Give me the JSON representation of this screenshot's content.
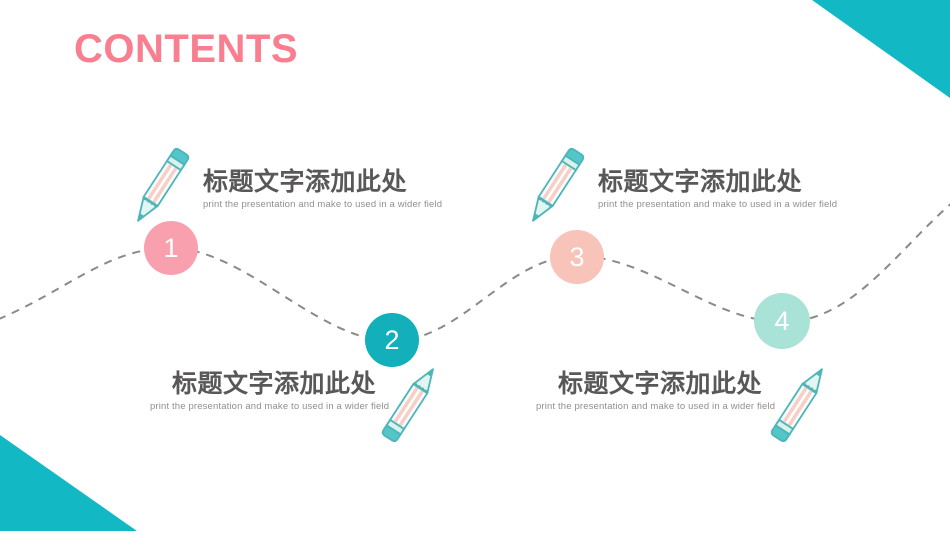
{
  "slide": {
    "title": "CONTENTS",
    "colors": {
      "title_pink": "#f97f90",
      "accent_teal": "#12b8c4",
      "dash_gray": "#8a8a8a",
      "heading_text": "#595757",
      "subtitle_text": "#8f8f8f"
    }
  },
  "items": [
    {
      "number": "1",
      "title": "标题文字添加此处",
      "subtitle": "print the presentation and make to used in a wider field",
      "circle_color": "#f9a0ae"
    },
    {
      "number": "2",
      "title": "标题文字添加此处",
      "subtitle": "print the presentation and make to used in a wider field",
      "circle_color": "#13b0bb"
    },
    {
      "number": "3",
      "title": "标题文字添加此处",
      "subtitle": "print the presentation and make to used in a wider field",
      "circle_color": "#f8c3b9"
    },
    {
      "number": "4",
      "title": "标题文字添加此处",
      "subtitle": "print the presentation and make to used in a wider field",
      "circle_color": "#a9e2d7"
    }
  ],
  "icons": {
    "pencil": {
      "outline": "#4cb6ba",
      "cap": "#54c5c9",
      "band": "#d9f2ec",
      "wood": "#e3f5f0",
      "stripe": "#f6cfc6",
      "body": "#ffffff"
    }
  }
}
